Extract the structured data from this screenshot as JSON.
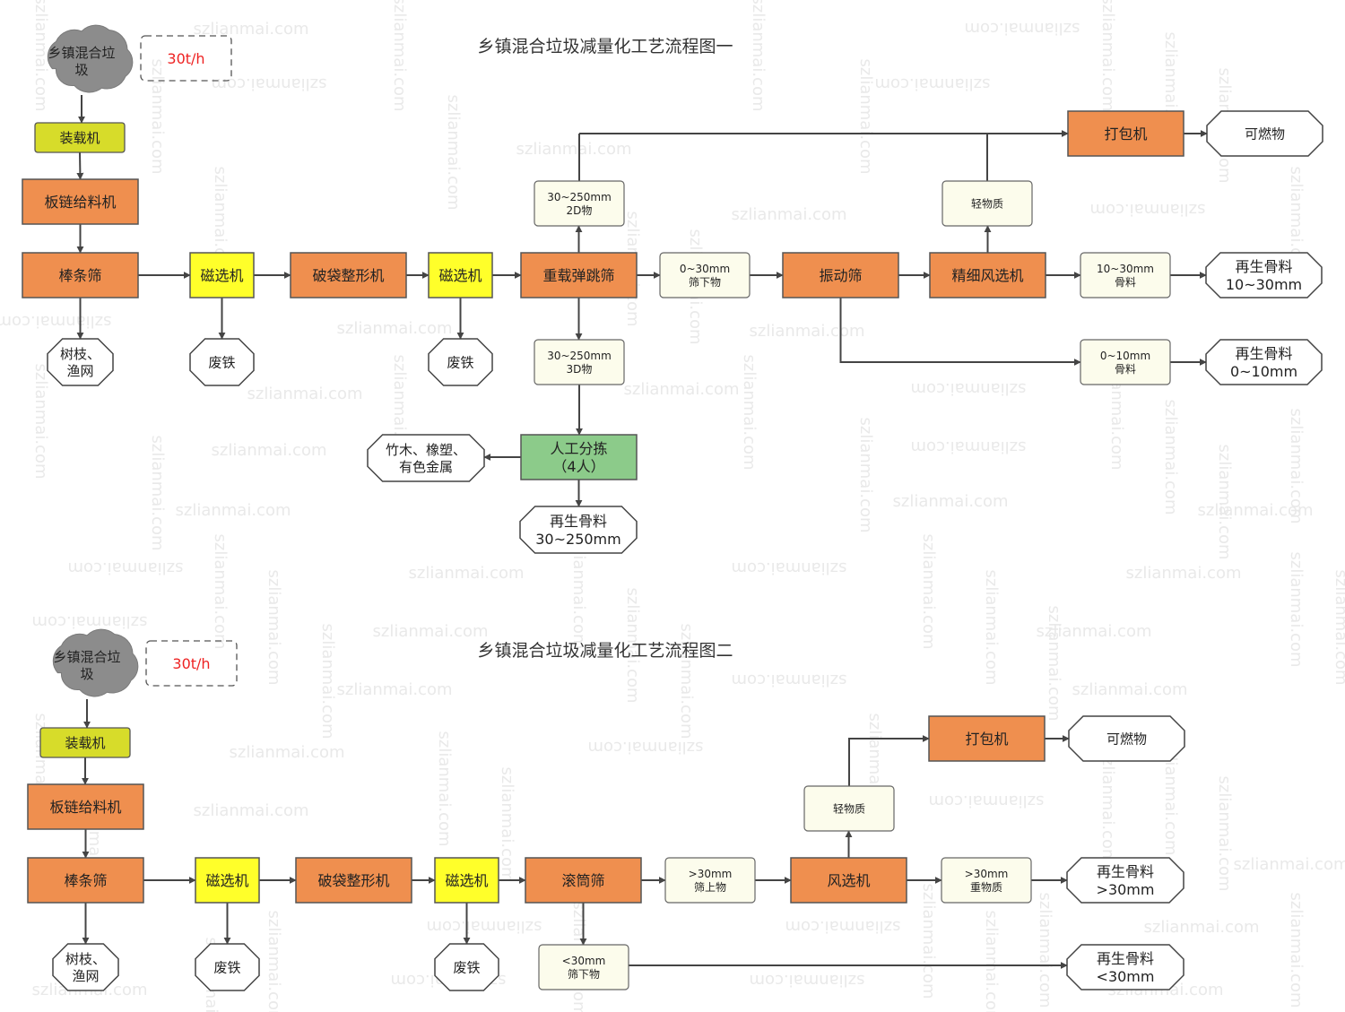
{
  "colors": {
    "source": "#8c8c8c",
    "loader": "#d7dc2a",
    "machine": "#ef8f4f",
    "magnet": "#ffff2a",
    "material": "#fcfcec",
    "manual": "#8ccb8a",
    "output": "#ffffff",
    "rate": "#ee2222",
    "border": "#555555"
  },
  "watermark": "szlianmai.com",
  "diagrams": [
    {
      "title": "乡镇混合垃圾减量化工艺流程图一",
      "rate": "30t/h",
      "nodes": [
        {
          "id": "src",
          "type": "source",
          "lines": [
            "乡镇混合垃",
            "圾"
          ]
        },
        {
          "id": "loader",
          "type": "loader",
          "lines": [
            "装载机"
          ]
        },
        {
          "id": "feeder",
          "type": "machine",
          "lines": [
            "板链给料机"
          ]
        },
        {
          "id": "bar",
          "type": "machine",
          "lines": [
            "棒条筛"
          ]
        },
        {
          "id": "branch",
          "type": "output",
          "lines": [
            "树枝、",
            "渔网"
          ]
        },
        {
          "id": "mag1",
          "type": "magnet",
          "lines": [
            "磁选机"
          ]
        },
        {
          "id": "iron1",
          "type": "output",
          "lines": [
            "废铁"
          ]
        },
        {
          "id": "bag",
          "type": "machine",
          "lines": [
            "破袋整形机"
          ]
        },
        {
          "id": "mag2",
          "type": "magnet",
          "lines": [
            "磁选机"
          ]
        },
        {
          "id": "iron2",
          "type": "output",
          "lines": [
            "废铁"
          ]
        },
        {
          "id": "bounce",
          "type": "machine",
          "lines": [
            "重载弹跳筛"
          ]
        },
        {
          "id": "m2d",
          "type": "material",
          "lines": [
            "30~250mm",
            "2D物"
          ]
        },
        {
          "id": "m3d",
          "type": "material",
          "lines": [
            "30~250mm",
            "3D物"
          ]
        },
        {
          "id": "manual",
          "type": "manual",
          "lines": [
            "人工分拣",
            "（4人）"
          ]
        },
        {
          "id": "bamboo",
          "type": "output",
          "lines": [
            "竹木、橡塑、",
            "有色金属"
          ]
        },
        {
          "id": "agg250",
          "type": "output",
          "lines": [
            "再生骨料",
            "30~250mm"
          ]
        },
        {
          "id": "under30",
          "type": "material",
          "lines": [
            "0~30mm",
            "筛下物"
          ]
        },
        {
          "id": "vib",
          "type": "machine",
          "lines": [
            "振动筛"
          ]
        },
        {
          "id": "fineair",
          "type": "machine",
          "lines": [
            "精细风选机"
          ]
        },
        {
          "id": "light",
          "type": "material",
          "lines": [
            "轻物质"
          ]
        },
        {
          "id": "baler",
          "type": "machine",
          "lines": [
            "打包机"
          ]
        },
        {
          "id": "fuel",
          "type": "output",
          "lines": [
            "可燃物"
          ]
        },
        {
          "id": "m1030",
          "type": "material",
          "lines": [
            "10~30mm",
            "骨料"
          ]
        },
        {
          "id": "agg1030",
          "type": "output",
          "lines": [
            "再生骨料",
            "10~30mm"
          ]
        },
        {
          "id": "m010",
          "type": "material",
          "lines": [
            "0~10mm",
            "骨料"
          ]
        },
        {
          "id": "agg010",
          "type": "output",
          "lines": [
            "再生骨料",
            "0~10mm"
          ]
        }
      ]
    },
    {
      "title": "乡镇混合垃圾减量化工艺流程图二",
      "rate": "30t/h",
      "nodes": [
        {
          "id": "src",
          "type": "source",
          "lines": [
            "乡镇混合垃",
            "圾"
          ]
        },
        {
          "id": "loader",
          "type": "loader",
          "lines": [
            "装载机"
          ]
        },
        {
          "id": "feeder",
          "type": "machine",
          "lines": [
            "板链给料机"
          ]
        },
        {
          "id": "bar",
          "type": "machine",
          "lines": [
            "棒条筛"
          ]
        },
        {
          "id": "branch",
          "type": "output",
          "lines": [
            "树枝、",
            "渔网"
          ]
        },
        {
          "id": "mag1",
          "type": "magnet",
          "lines": [
            "磁选机"
          ]
        },
        {
          "id": "iron1",
          "type": "output",
          "lines": [
            "废铁"
          ]
        },
        {
          "id": "bag",
          "type": "machine",
          "lines": [
            "破袋整形机"
          ]
        },
        {
          "id": "mag2",
          "type": "magnet",
          "lines": [
            "磁选机"
          ]
        },
        {
          "id": "iron2",
          "type": "output",
          "lines": [
            "废铁"
          ]
        },
        {
          "id": "drum",
          "type": "machine",
          "lines": [
            "滚筒筛"
          ]
        },
        {
          "id": "over30",
          "type": "material",
          "lines": [
            ">30mm",
            "筛上物"
          ]
        },
        {
          "id": "air",
          "type": "machine",
          "lines": [
            "风选机"
          ]
        },
        {
          "id": "light",
          "type": "material",
          "lines": [
            "轻物质"
          ]
        },
        {
          "id": "baler",
          "type": "machine",
          "lines": [
            "打包机"
          ]
        },
        {
          "id": "fuel",
          "type": "output",
          "lines": [
            "可燃物"
          ]
        },
        {
          "id": "heavy",
          "type": "material",
          "lines": [
            ">30mm",
            "重物质"
          ]
        },
        {
          "id": "aggGt",
          "type": "output",
          "lines": [
            "再生骨料",
            ">30mm"
          ]
        },
        {
          "id": "under30",
          "type": "material",
          "lines": [
            "<30mm",
            "筛下物"
          ]
        },
        {
          "id": "aggLt",
          "type": "output",
          "lines": [
            "再生骨料",
            "<30mm"
          ]
        }
      ]
    }
  ]
}
